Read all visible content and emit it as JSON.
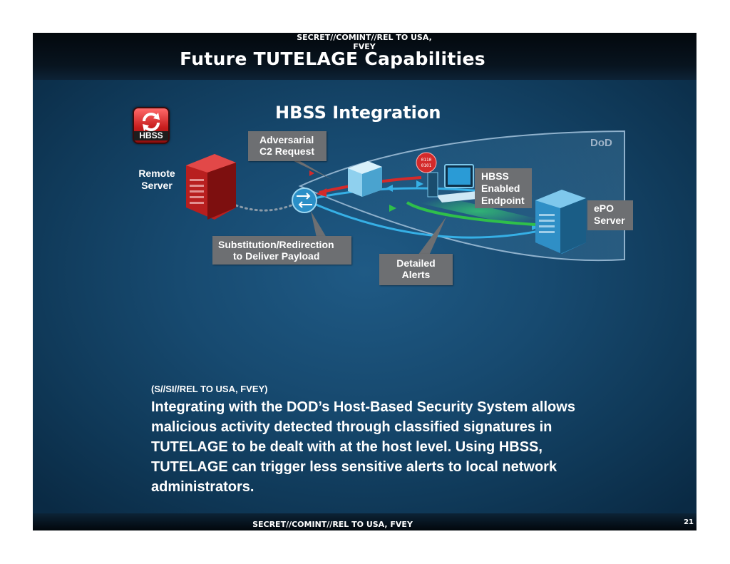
{
  "header": {
    "classification": "SECRET//COMINT//REL TO USA, FVEY",
    "title": "Future TUTELAGE Capabilities"
  },
  "diagram": {
    "title": "HBSS Integration",
    "logo_text": "HBSS",
    "zone_label": "DoD",
    "remote_server": "Remote Server",
    "adversarial_request": [
      "Adversarial",
      "C2 Request"
    ],
    "substitution": [
      "Substitution/Redirection",
      "to Deliver Payload"
    ],
    "detailed_alerts": [
      "Detailed",
      "Alerts"
    ],
    "hbss_endpoint": [
      "HBSS",
      "Enabled",
      "Endpoint"
    ],
    "epo_server": [
      "ePO",
      "Server"
    ],
    "binary_bubble": "0110 0101"
  },
  "body": {
    "marking": "(S//SI//REL TO USA, FVEY)",
    "paragraph": "Integrating with the DOD’s Host-Based Security System allows malicious activity detected through classified signatures in TUTELAGE to be dealt with at the host level.  Using HBSS, TUTELAGE can trigger less sensitive alerts to local network administrators."
  },
  "footer": {
    "classification": "SECRET//COMINT//REL TO USA, FVEY",
    "page_number": "21"
  },
  "colors": {
    "background": "#174a70",
    "callout": "#6d6f72",
    "alert_arrow": "#d42a2a",
    "detail_arrow": "#2fbf4a",
    "flow_arrow": "#36b0e6"
  }
}
